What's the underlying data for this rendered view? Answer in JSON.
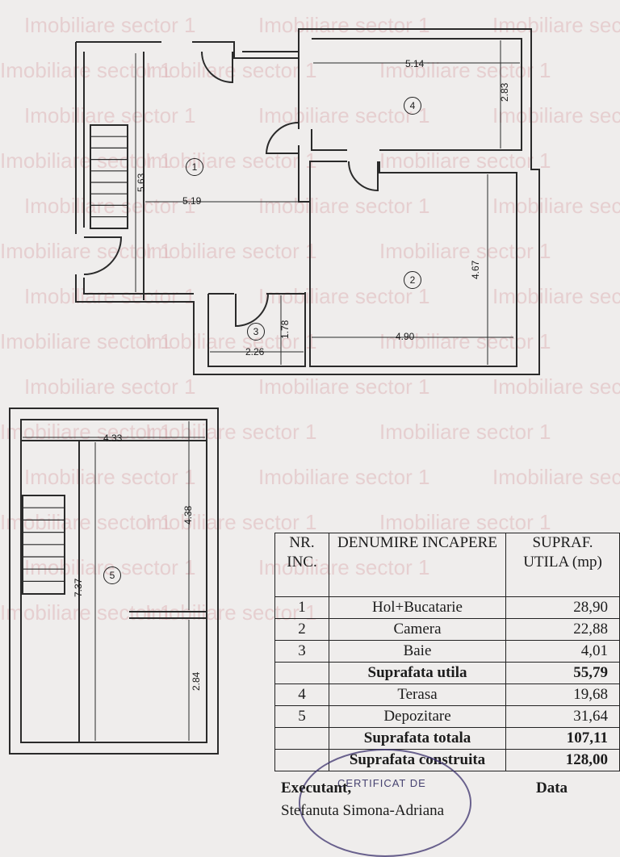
{
  "watermark": {
    "text": "Imobiliare sector 1"
  },
  "plan": {
    "ground_dimensions": {
      "hall_width": "5.19",
      "hall_depth": "5.63",
      "terrace_width": "5.14",
      "terrace_depth": "2.83",
      "room_width": "4.90",
      "room_depth": "4.67",
      "bath_width": "2.26",
      "bath_depth": "1.78"
    },
    "upper_dimensions": {
      "storage_width": "4.33",
      "storage_depth": "7.37",
      "upper_part_depth": "4.38",
      "lower_part_depth": "2.84"
    },
    "room_numbers": [
      "1",
      "2",
      "3",
      "4",
      "5"
    ]
  },
  "legend": {
    "header": {
      "nr": "NR. INC.",
      "name": "DENUMIRE INCAPERE",
      "area": "SUPRAF. UTILA (mp)"
    },
    "rows": [
      {
        "nr": "1",
        "name": "Hol+Bucatarie",
        "area": "28,90"
      },
      {
        "nr": "2",
        "name": "Camera",
        "area": "22,88"
      },
      {
        "nr": "3",
        "name": "Baie",
        "area": "4,01"
      },
      {
        "nr": "",
        "name": "Suprafata utila",
        "area": "55,79",
        "bold": true
      },
      {
        "nr": "4",
        "name": "Terasa",
        "area": "19,68"
      },
      {
        "nr": "5",
        "name": "Depozitare",
        "area": "31,64"
      },
      {
        "nr": "",
        "name": "Suprafata totala",
        "area": "107,11",
        "bold": true
      },
      {
        "nr": "",
        "name": "Suprafata construita",
        "area": "128,00",
        "bold": true
      }
    ],
    "executant_label": "Executant,",
    "date_label": "Data",
    "executant_name": "Stefanuta Simona-Adriana"
  },
  "stamp": {
    "text": "CERTIFICAT DE"
  }
}
